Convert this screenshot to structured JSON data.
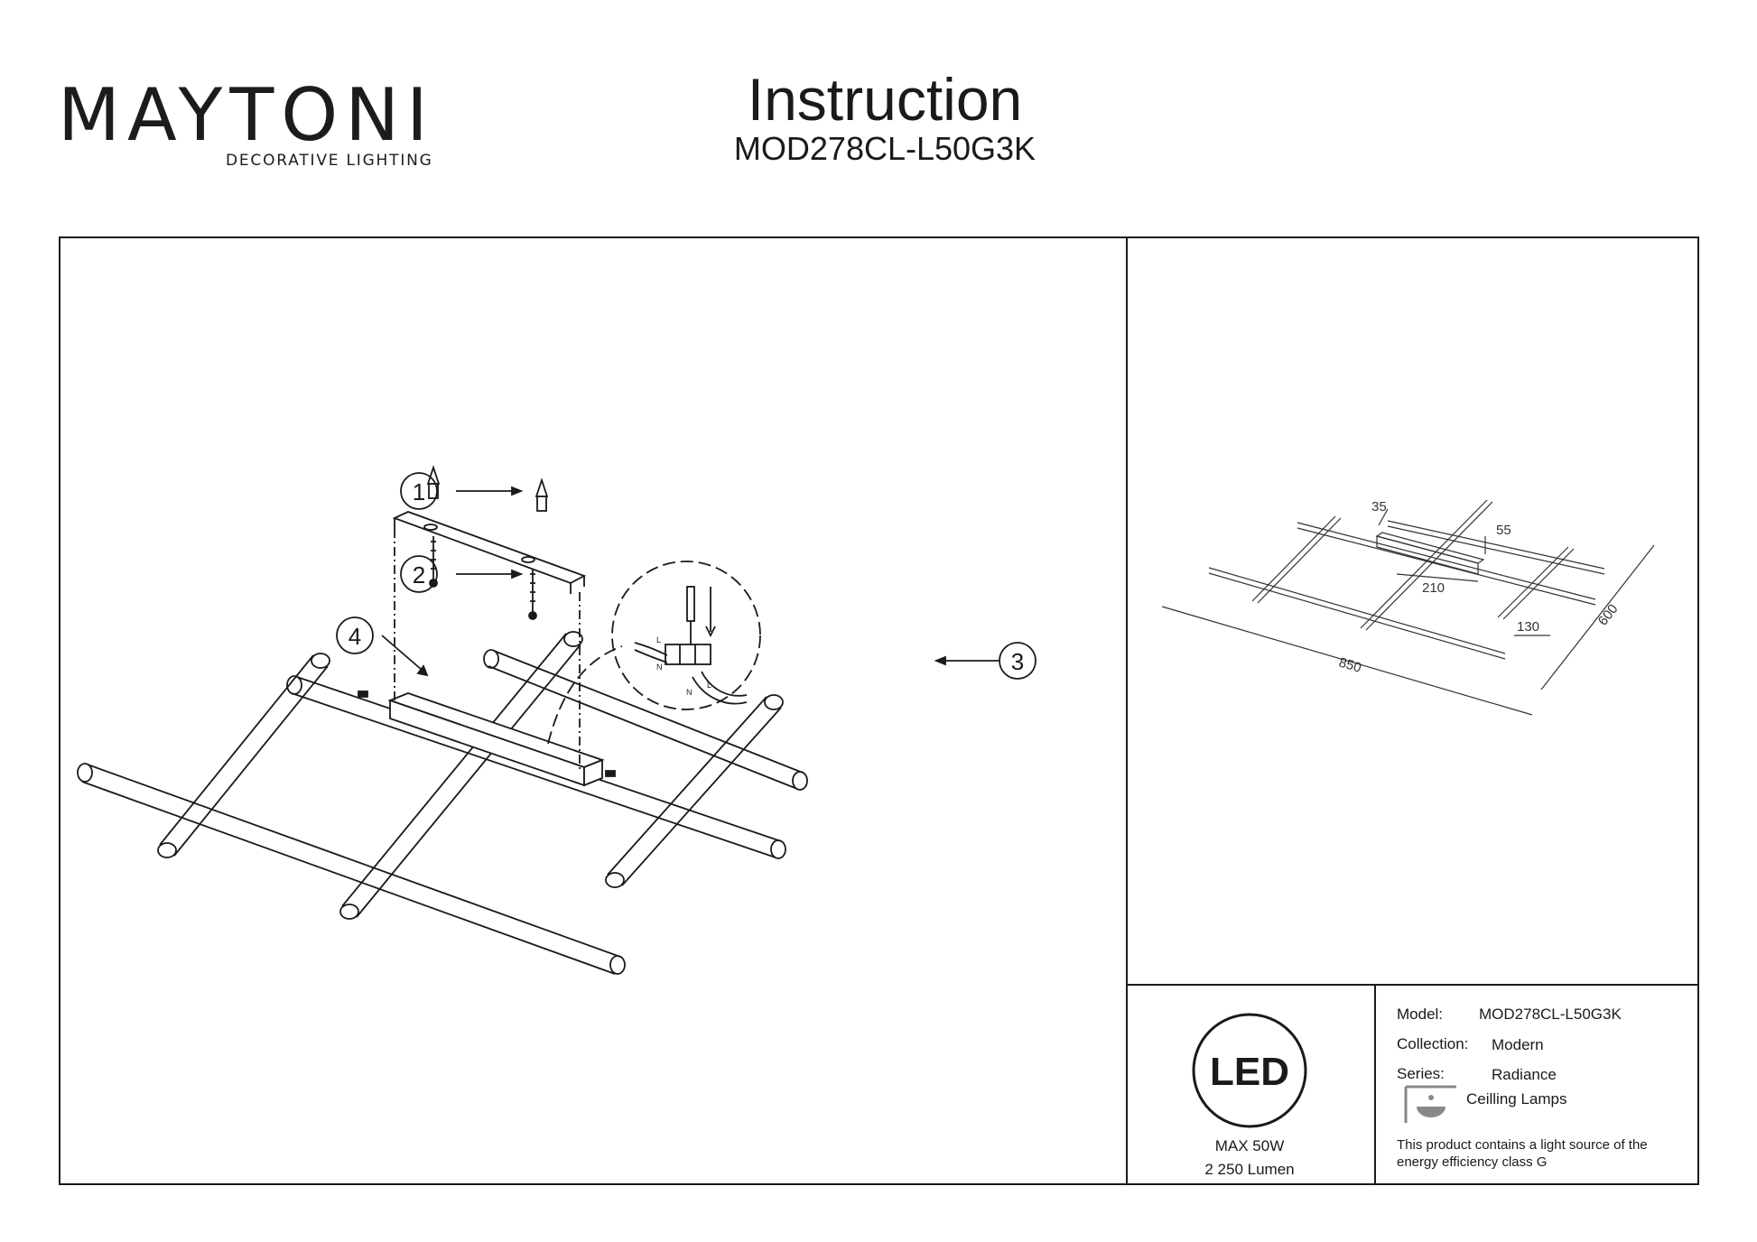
{
  "brand": {
    "name": "MAYTONI",
    "tagline": "DECORATIVE LIGHTING",
    "accent_color": "#5a1c4f"
  },
  "header": {
    "title": "Instruction",
    "model": "MOD278CL-L50G3K"
  },
  "assembly": {
    "callouts": [
      "1",
      "2",
      "3",
      "4"
    ],
    "wire_labels": [
      "L",
      "N",
      "L",
      "N"
    ]
  },
  "dimensions": {
    "a": "35",
    "b": "55",
    "c": "210",
    "d": "130",
    "length": "850",
    "width": "600"
  },
  "led": {
    "badge": "LED",
    "max_power": "MAX 50W",
    "lumen": "2 250 Lumen"
  },
  "specs": {
    "model_label": "Model:",
    "model_value": "MOD278CL-L50G3K",
    "collection_label": "Collection:",
    "collection_value": "Modern",
    "series_label": "Series:",
    "series_value": "Radiance",
    "type_icon": "ceiling-lamp-icon",
    "type_value": "Ceilling Lamps",
    "energy_note_line1": "This product contains a light source of the",
    "energy_note_line2": "energy efficiency class G"
  }
}
